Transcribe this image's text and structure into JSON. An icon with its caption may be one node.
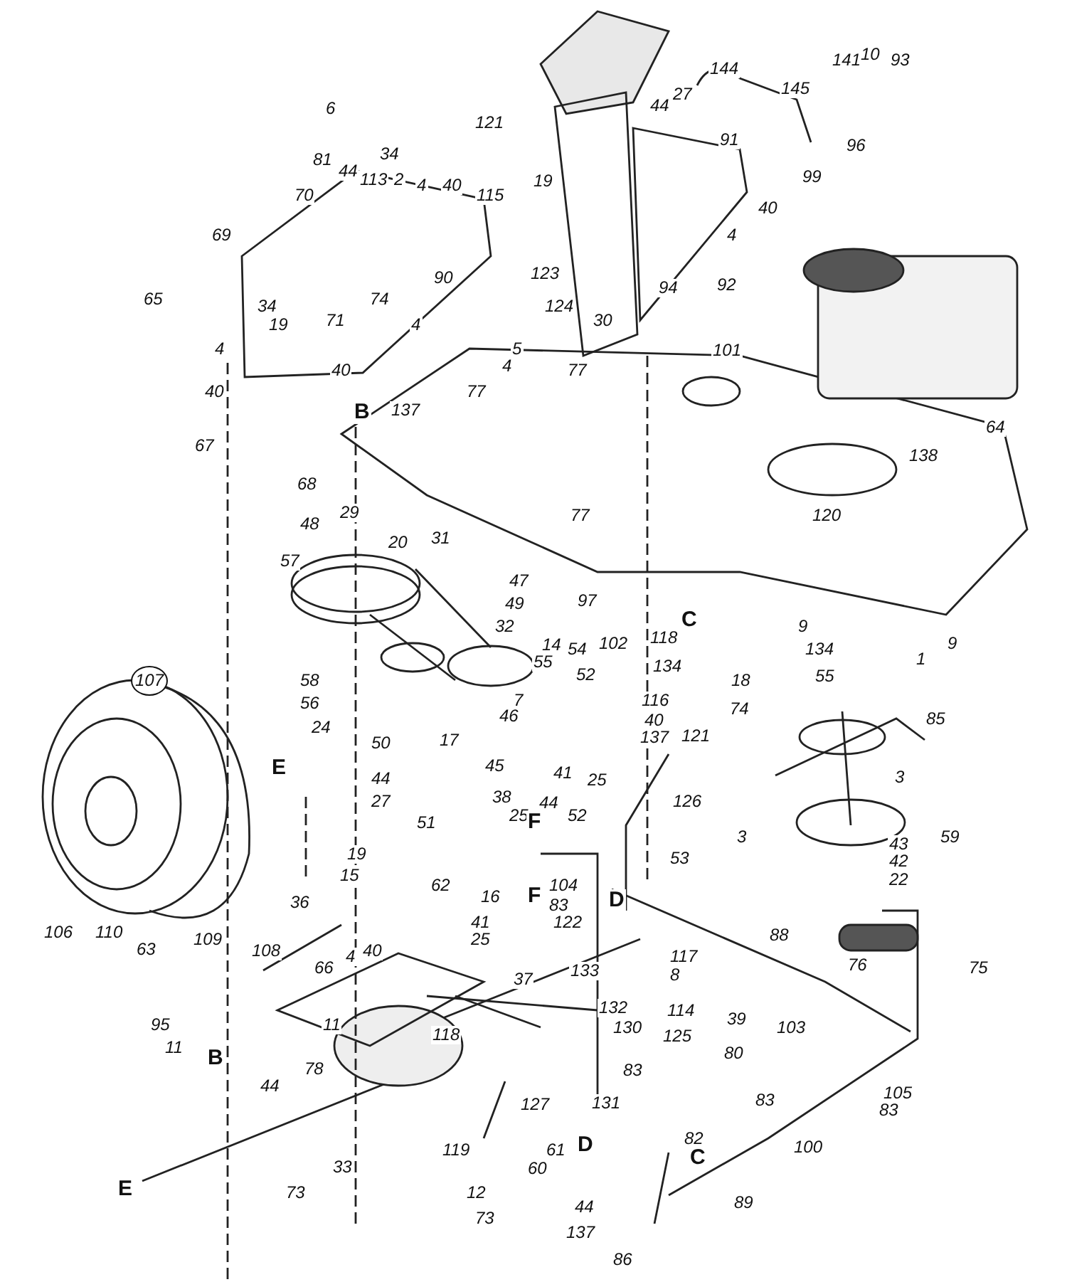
{
  "diagram": {
    "labels": [
      "6",
      "27",
      "144",
      "145",
      "141",
      "10",
      "93",
      "121",
      "44",
      "96",
      "91",
      "99",
      "81",
      "44",
      "34",
      "113",
      "2",
      "4",
      "40",
      "70",
      "19",
      "115",
      "40",
      "4",
      "69",
      "90",
      "123",
      "94",
      "92",
      "65",
      "34",
      "71",
      "74",
      "19",
      "124",
      "30",
      "4",
      "5",
      "4",
      "101",
      "77",
      "4",
      "40",
      "77",
      "40",
      "137",
      "B",
      "138",
      "64",
      "67",
      "68",
      "77",
      "120",
      "48",
      "29",
      "20",
      "31",
      "47",
      "57",
      "49",
      "97",
      "32",
      "14",
      "54",
      "102",
      "C",
      "118",
      "9",
      "134",
      "134",
      "9",
      "55",
      "52",
      "7",
      "46",
      "18",
      "1",
      "116",
      "55",
      "58",
      "56",
      "40",
      "74",
      "85",
      "24",
      "137",
      "50",
      "17",
      "45",
      "41",
      "25",
      "121",
      "3",
      "E",
      "44",
      "27",
      "38",
      "25",
      "44",
      "52",
      "126",
      "51",
      "F",
      "19",
      "15",
      "62",
      "16",
      "F",
      "104",
      "83",
      "3",
      "59",
      "43",
      "42",
      "22",
      "53",
      "36",
      "D",
      "88",
      "122",
      "117",
      "8",
      "114",
      "106",
      "110",
      "63",
      "109",
      "108",
      "41",
      "25",
      "66",
      "4",
      "40",
      "37",
      "11",
      "76",
      "75",
      "133",
      "132",
      "130",
      "125",
      "83",
      "131",
      "95",
      "11",
      "B",
      "118",
      "44",
      "78",
      "39",
      "103",
      "80",
      "105",
      "83",
      "83",
      "100",
      "127",
      "119",
      "61",
      "D",
      "E",
      "33",
      "60",
      "12",
      "73",
      "73",
      "82",
      "C",
      "89",
      "44",
      "137",
      "86",
      "107"
    ]
  }
}
